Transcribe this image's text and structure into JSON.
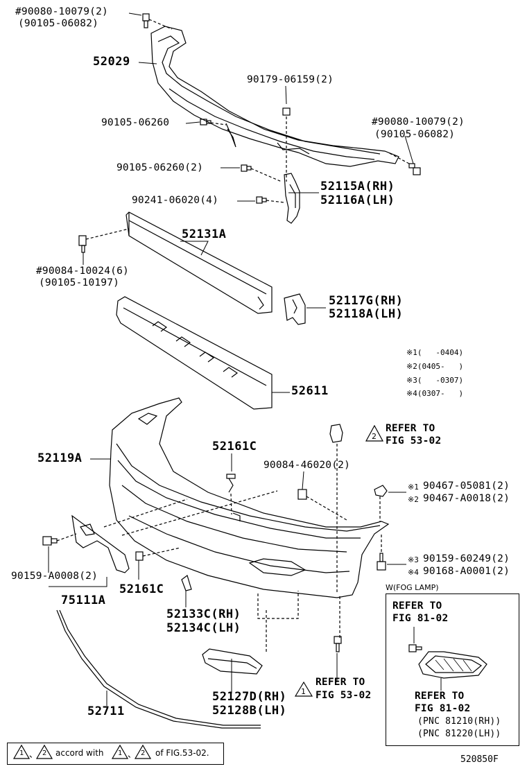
{
  "labels": {
    "p1a": "#90080-10079(2)",
    "p1b": "(90105-06082)",
    "p2": "52029",
    "p3": "90179-06159(2)",
    "p4": "90105-06260",
    "p5a": "#90080-10079(2)",
    "p5b": "(90105-06082)",
    "p6": "90105-06260(2)",
    "p7a": "52115A(RH)",
    "p7b": "52116A(LH)",
    "p8": "90241-06020(4)",
    "p9": "52131A",
    "p10a": "#90084-10024(6)",
    "p10b": "(90105-10197)",
    "p11a": "52117G(RH)",
    "p11b": "52118A(LH)",
    "p12": "52611",
    "p13": "52119A",
    "p14": "52161C",
    "p15": "90084-46020(2)",
    "p16a": "90467-05081(2)",
    "p16b": "90467-A0018(2)",
    "p17a": "90159-60249(2)",
    "p17b": "90168-A0001(2)",
    "p18": "90159-A0008(2)",
    "p19": "75111A",
    "p20": "52161C",
    "p21a": "52133C(RH)",
    "p21b": "52134C(LH)",
    "p22a": "52127D(RH)",
    "p22b": "52128B(LH)",
    "p23": "52711"
  },
  "refs": {
    "r1a": "REFER TO",
    "r1b": "FIG 53-02",
    "r2a": "REFER TO",
    "r2b": "FIG 53-02",
    "tri1": "1",
    "tri2": "2",
    "m1": "※1",
    "m2": "※2",
    "m3": "※3",
    "m4": "※4"
  },
  "notes": {
    "n1": "※1(   -0404)",
    "n2": "※2(0405-   )",
    "n3": "※3(   -0307)",
    "n4": "※4(0307-   )"
  },
  "fog": {
    "title": "W(FOG LAMP)",
    "r1a": "REFER TO",
    "r1b": "FIG 81-02",
    "r2a": "REFER TO",
    "r2b": "FIG 81-02",
    "pnc1": "(PNC 81210(RH))",
    "pnc2": "(PNC 81220(LH))"
  },
  "legend": {
    "t1": "1",
    "sep1": "、",
    "t2": "2",
    "mid": "accord with",
    "t3": "1",
    "sep2": "、",
    "t4": "2",
    "end": "of FIG.53-02."
  },
  "code": "520850F"
}
